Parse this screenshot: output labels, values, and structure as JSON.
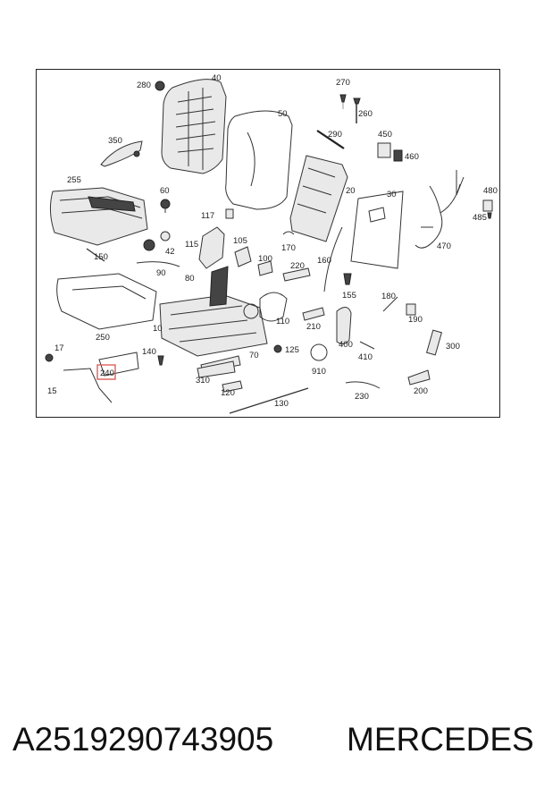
{
  "diagram": {
    "highlight_color": "#d9534f",
    "callouts": {
      "c280": "280",
      "c40": "40",
      "c270": "270",
      "c50": "50",
      "c260": "260",
      "c290": "290",
      "c450": "450",
      "c460": "460",
      "c350": "350",
      "c255": "255",
      "c60": "60",
      "c20": "20",
      "c30": "30",
      "c480": "480",
      "c485": "485",
      "c117": "117",
      "c42": "42",
      "c115": "115",
      "c105": "105",
      "c170": "170",
      "c470": "470",
      "c150": "150",
      "c90": "90",
      "c100": "100",
      "c220": "220",
      "c160": "160",
      "c80": "80",
      "c155": "155",
      "c180": "180",
      "c190": "190",
      "c10": "10",
      "c110": "110",
      "c210": "210",
      "c250": "250",
      "c17": "17",
      "c140": "140",
      "c125": "125",
      "c400": "400",
      "c300": "300",
      "c70": "70",
      "c410": "410",
      "c910": "910",
      "c240": "240",
      "c310": "310",
      "c15": "15",
      "c120": "120",
      "c230": "230",
      "c200": "200",
      "c130": "130"
    }
  },
  "footer": {
    "part_number": "A2519290743905",
    "brand": "MERCEDES"
  }
}
